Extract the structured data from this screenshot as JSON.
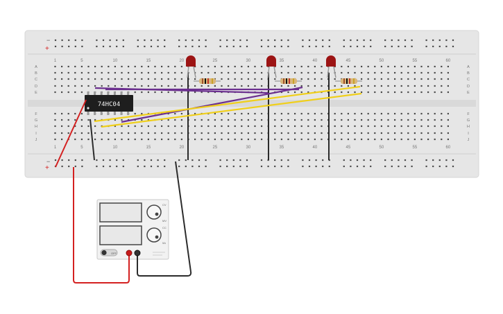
{
  "breadboard": {
    "column_numbers": [
      "1",
      "5",
      "10",
      "15",
      "20",
      "25",
      "30",
      "35",
      "40",
      "45",
      "50",
      "55",
      "60"
    ],
    "row_letters_top": [
      "A",
      "B",
      "C",
      "D",
      "E"
    ],
    "row_letters_bottom": [
      "F",
      "G",
      "H",
      "I",
      "J"
    ],
    "rail_minus": "−",
    "rail_plus": "+"
  },
  "chip": {
    "label": "74HC04"
  },
  "power_supply": {
    "switch_label": "OFF",
    "knob1_labels": [
      "CV",
      "MV"
    ],
    "knob2_labels": [
      "CC",
      "5A"
    ]
  },
  "colors": {
    "board": "#e6e6e6",
    "hole": "#4a4a4a",
    "wire_red": "#d42020",
    "wire_black": "#2b2b2b",
    "wire_purple": "#6b2f8f",
    "wire_yellow": "#f0cf1a",
    "led": "#9c1414",
    "chip": "#1e1e1e"
  }
}
